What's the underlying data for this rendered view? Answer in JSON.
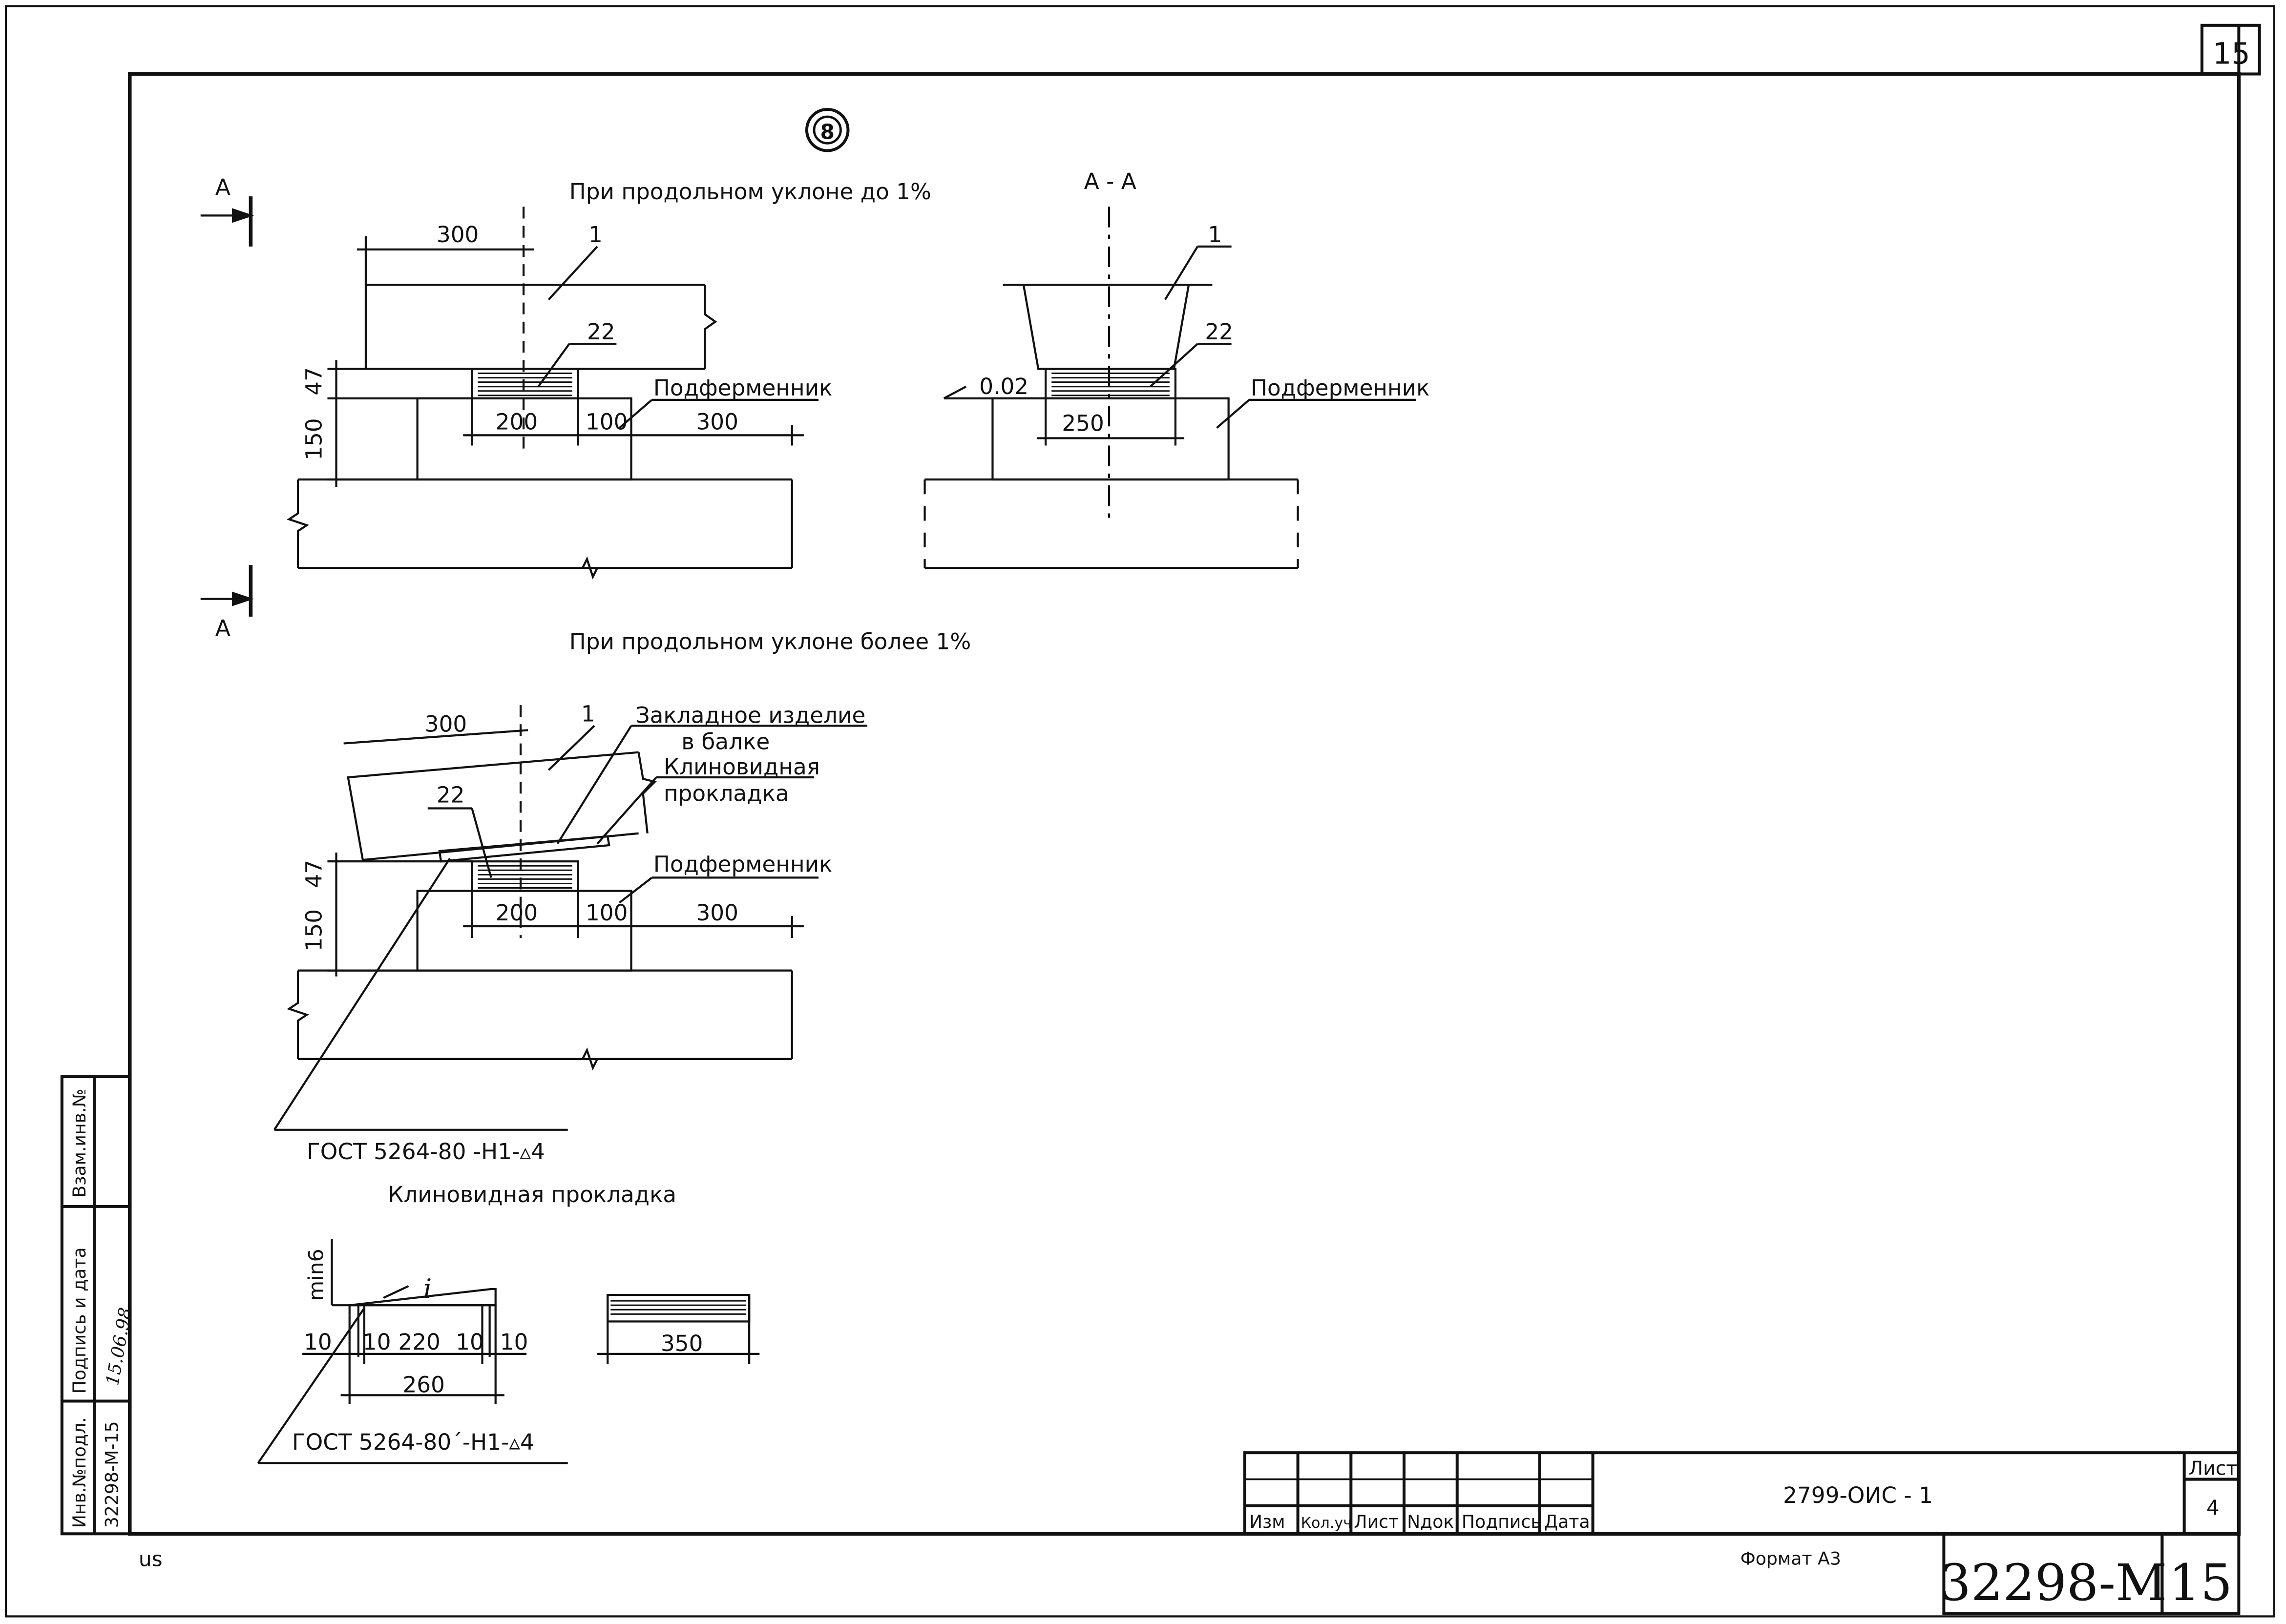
{
  "sheet_number_top": "15",
  "node_marker": "8",
  "section_mark": "А",
  "section_title": "А - А",
  "case1_title": "При продольном уклоне до   1%",
  "case2_title": "При продольном уклоне более  1%",
  "wedge_title": "Клиновидная   прокладка",
  "labels": {
    "beam": "1",
    "bearing": "22",
    "pedestal": "Подферменник",
    "embedded_line1": "Закладное изделие",
    "embedded_line2": "в балке",
    "wedge_line1": "Клиновидная",
    "wedge_line2": "прокладка",
    "slope": "0.02",
    "weld1": "ГОСТ  5264-80 -Н1-▵4",
    "weld2": "ГОСТ  5264-80΄-Н1-▵4",
    "min_label": "min6",
    "slope_i": "i"
  },
  "dims": {
    "d300": "300",
    "d200": "200",
    "d100": "100",
    "d300b": "300",
    "d47": "47",
    "d150": "150",
    "d250": "250",
    "w10a": "10",
    "w10b": "10",
    "w220": "220",
    "w10c": "10",
    "w10d": "10",
    "w260": "260",
    "w350": "350"
  },
  "side_stamp": {
    "col1": "Взам.инв.№",
    "col2": "Подпись и дата",
    "col3": "Инв.№подл.",
    "signature": "15.06.98",
    "inv_value": "32298-М-15"
  },
  "title_block": {
    "headers": [
      "Изм",
      "Кол.уч",
      "Лист",
      "Nдок",
      "Подпись",
      "Дата"
    ],
    "designation": "2799-ОИС  -  1",
    "sheet_label": "Лист",
    "sheet_value": "4"
  },
  "bottom": {
    "left_note": "us",
    "format": "Формат  А3",
    "doc_code": "32298-М",
    "page": "15"
  }
}
